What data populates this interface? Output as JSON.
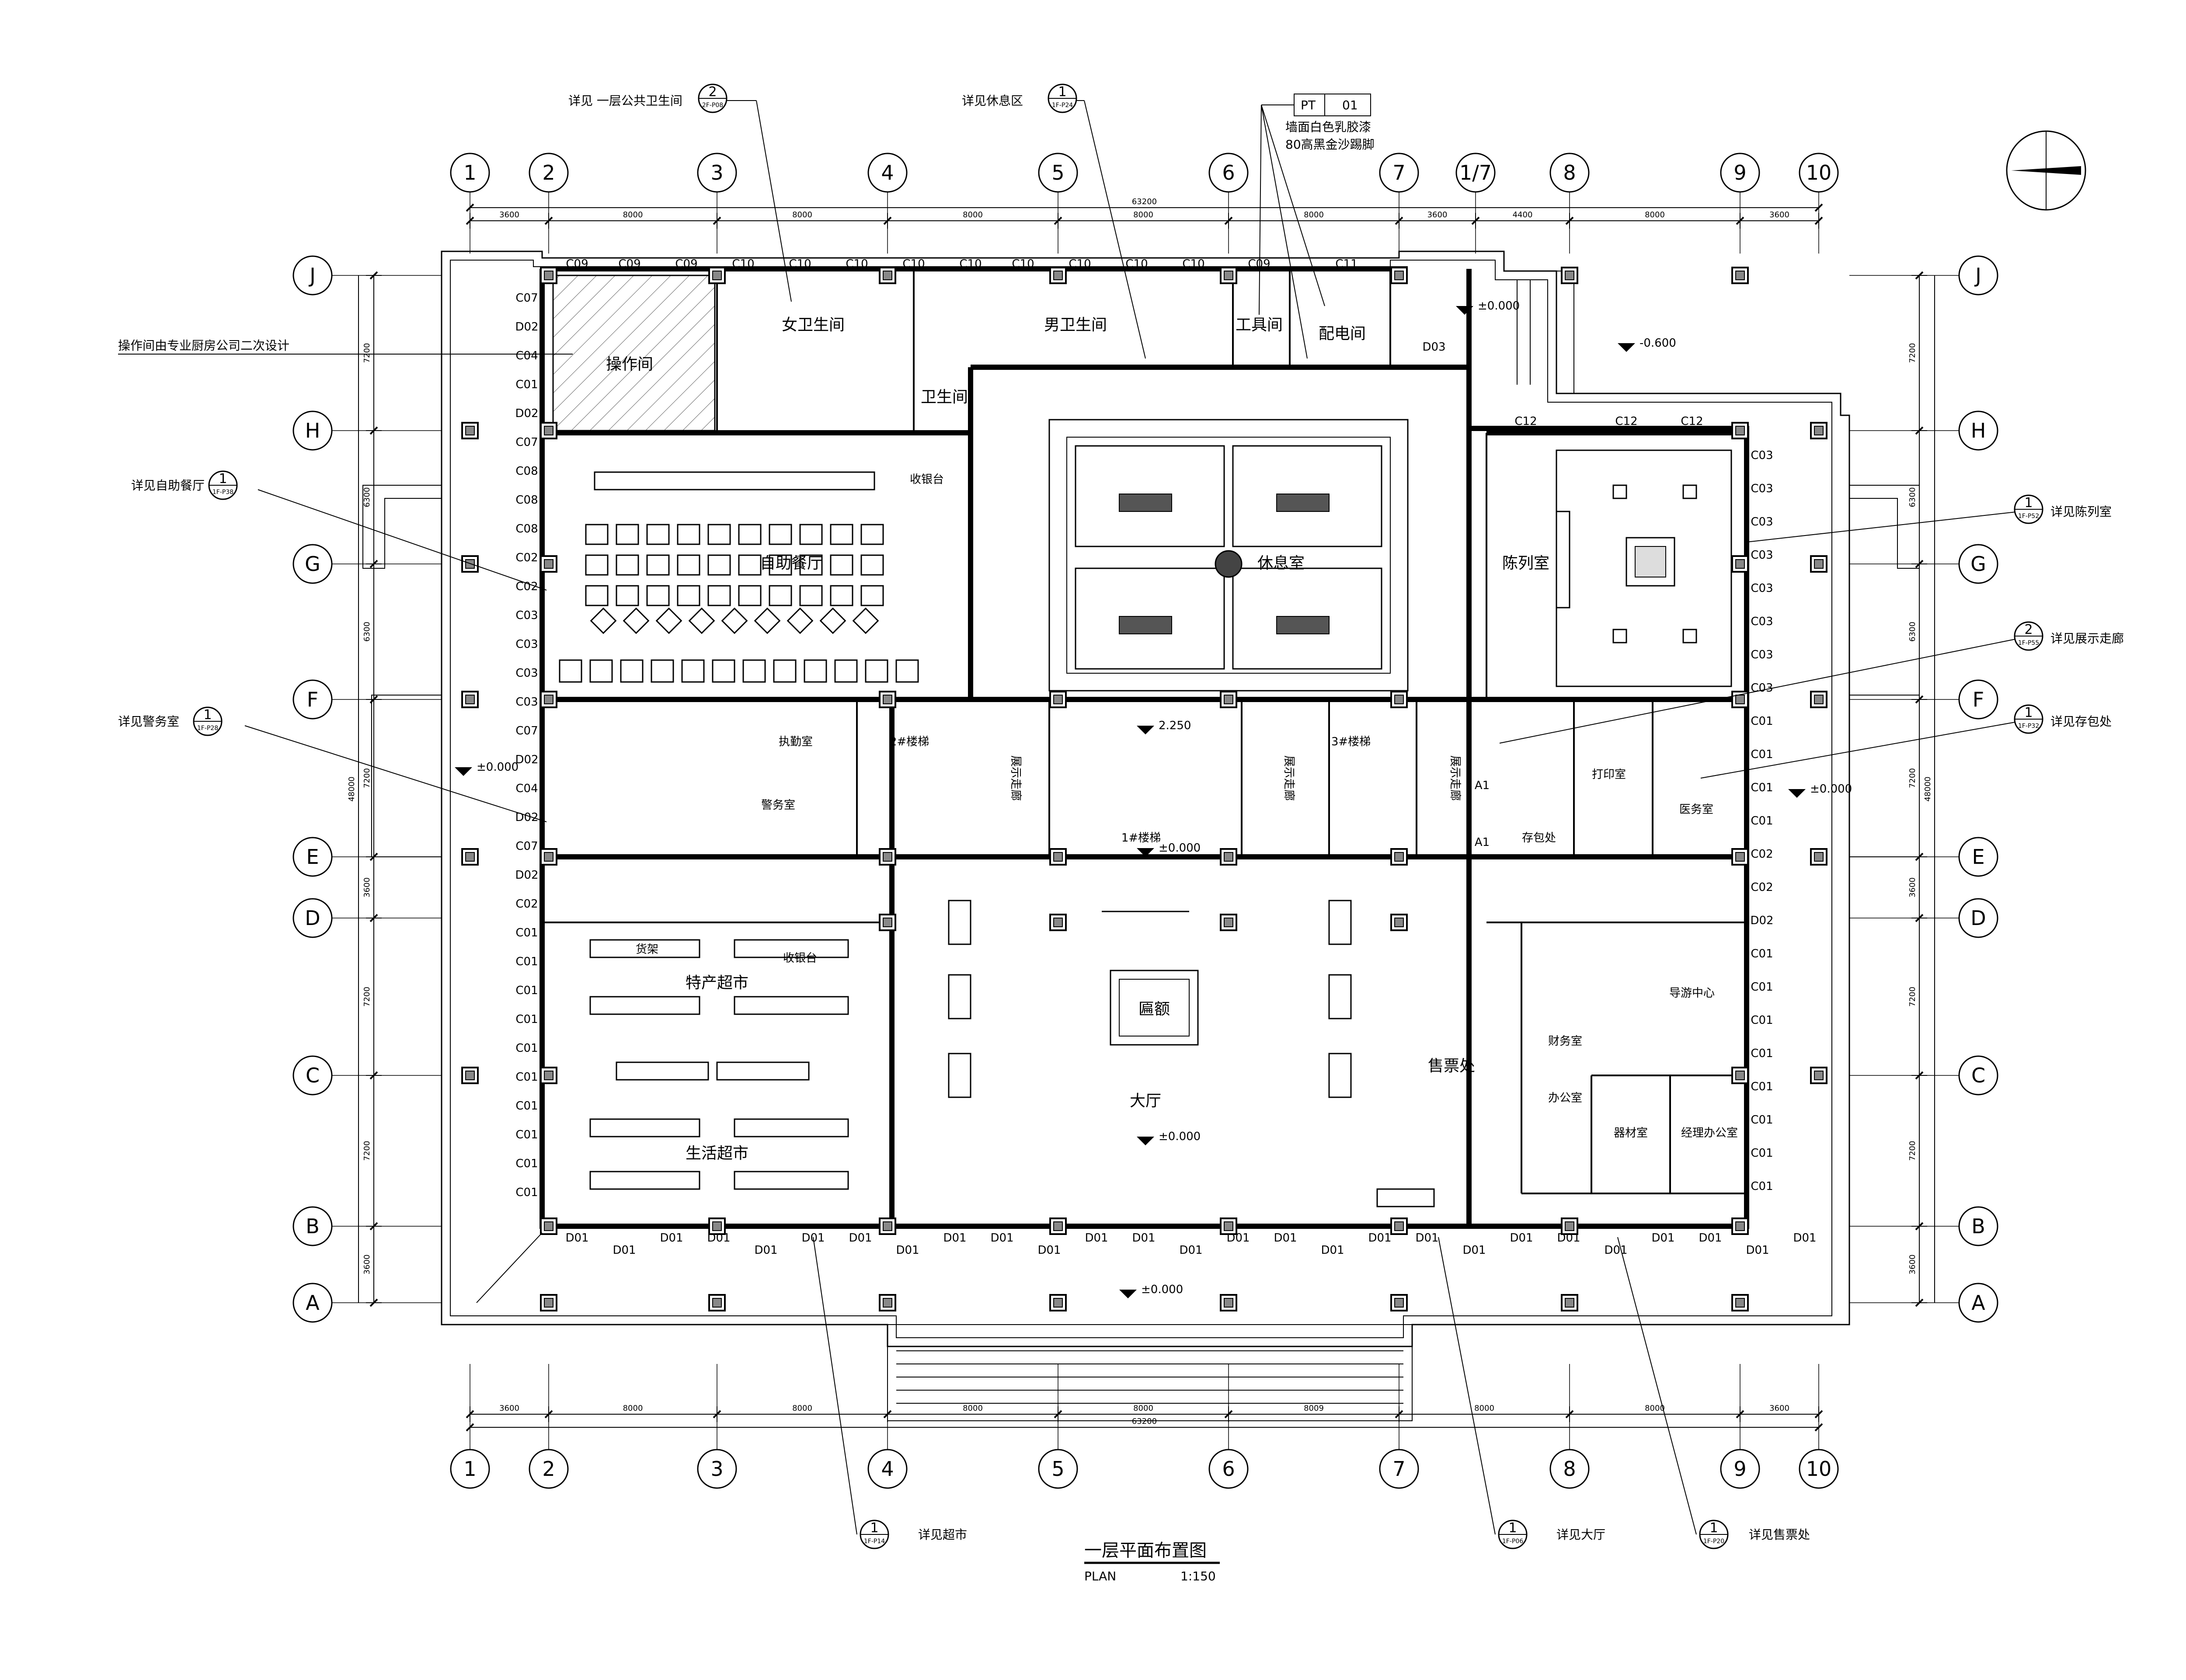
{
  "drawing": {
    "title": "一层平面布置图",
    "subtitle": "PLAN",
    "scale": "1:150"
  },
  "grid": {
    "columns": [
      "1",
      "2",
      "3",
      "4",
      "5",
      "6",
      "7",
      "1/7",
      "8",
      "9",
      "10"
    ],
    "columns_bottom": [
      "1",
      "2",
      "3",
      "4",
      "5",
      "6",
      "7",
      "8",
      "9",
      "10"
    ],
    "rows": [
      "J",
      "H",
      "G",
      "F",
      "E",
      "D",
      "C",
      "B",
      "A"
    ]
  },
  "dimensions": {
    "top_total": "63200",
    "top": [
      "3600",
      "8000",
      "8000",
      "8000",
      "8000",
      "8000",
      "3600",
      "4400",
      "8000",
      "3600"
    ],
    "bottom_total": "63200",
    "bottom": [
      "3600",
      "8000",
      "8000",
      "8000",
      "8000",
      "8009",
      "8000",
      "8000",
      "3600"
    ],
    "left_total": "48000",
    "left": [
      "7200",
      "6300",
      "6300",
      "7200",
      "3600",
      "7200",
      "7200",
      "3600"
    ],
    "right_total": "48000",
    "right": [
      "7200",
      "6300",
      "6300",
      "7200",
      "3600",
      "7200",
      "7200",
      "3600"
    ]
  },
  "rooms": {
    "operation": "操作间",
    "women_wc": "女卫生间",
    "men_wc": "男卫生间",
    "wc": "卫生间",
    "tool_room": "工具间",
    "power_room": "配电间",
    "buffet": "自助餐厅",
    "cashier": "收银台",
    "lounge": "休息室",
    "exhibition": "陈列室",
    "police": "警务室",
    "duty_room": "执勤室",
    "stair_2": "2#楼梯",
    "stair_3": "3#楼梯",
    "stair_1": "1#楼梯",
    "print_room": "打印室",
    "medical": "医务室",
    "baggage": "存包处",
    "specialty_market": "特产超市",
    "checkout": "收银台",
    "shelf": "货架",
    "daily_market": "生活超市",
    "hall": "大厅",
    "ticket_sales": "售票处",
    "plaque": "匾额",
    "guide_center": "导游中心",
    "finance": "财务室",
    "office": "办公室",
    "material_room": "器材室",
    "manager_office": "经理办公室",
    "corridor_a": "展示走廊",
    "corridor_b": "展示走廊",
    "corridor_c": "展示走廊"
  },
  "elevations": {
    "stair_top": "2.250",
    "hall": "±0.000",
    "hall_floor": "±0.000",
    "front": "±0.000",
    "left": "±0.000",
    "right": "±0.000",
    "top_right_a": "±0.000",
    "top_right_b": "-0.600"
  },
  "codes": {
    "top": [
      "C09",
      "C09",
      "C09",
      "C10",
      "C10",
      "C10",
      "C10",
      "C10",
      "C10",
      "C10",
      "C10",
      "C10",
      "C09",
      "C11"
    ],
    "c12": [
      "C12",
      "C12",
      "C12"
    ],
    "left": [
      "C07",
      "D02",
      "C04",
      "C01",
      "D02",
      "C07",
      "C08",
      "C08",
      "C08",
      "C02",
      "C02",
      "C03",
      "C03",
      "C03",
      "C03",
      "C07",
      "D02",
      "C04",
      "D02",
      "C07",
      "D02",
      "C02",
      "C01",
      "C01",
      "C01",
      "C01",
      "C01",
      "C01",
      "C01",
      "C01",
      "C01",
      "C01"
    ],
    "right": [
      "C03",
      "C03",
      "C03",
      "C03",
      "C03",
      "C03",
      "C03",
      "C03",
      "C01",
      "C01",
      "C01",
      "C01",
      "C02",
      "C02",
      "D02",
      "C01",
      "C01",
      "C01",
      "C01",
      "C01",
      "C01",
      "C01",
      "C01"
    ],
    "bottom": [
      "D01",
      "D01",
      "D01",
      "D01",
      "D01",
      "D01",
      "D01",
      "D01",
      "D01",
      "D01",
      "D01",
      "D01",
      "D01",
      "D01",
      "D01",
      "D01",
      "D01",
      "D01",
      "D01",
      "D01",
      "D01",
      "D01",
      "D01",
      "D01",
      "D01",
      "D01",
      "D01"
    ],
    "d03": "D03",
    "a1": "A1",
    "a2": "A1"
  },
  "notes": {
    "wc_detail": "详见 一层公共卫生间",
    "lounge_detail": "详见休息区",
    "kitchen": "操作间由专业厨房公司二次设计",
    "buffet_detail": "详见自助餐厅",
    "police_detail": "详见警务室",
    "exhibition_detail": "详见陈列室",
    "corridor_detail": "详见展示走廊",
    "baggage_detail": "详见存包处",
    "market_detail": "详见超市",
    "hall_detail": "详见大厅",
    "ticket_detail": "详见售票处",
    "pt_tag": "PT",
    "pt_num": "01",
    "paint_1": "墙面白色乳胶漆",
    "paint_2": "80高黑金沙踢脚"
  },
  "callouts": [
    {
      "num": "2",
      "sheet": "2F-P08"
    },
    {
      "num": "1",
      "sheet": "1F-P24"
    },
    {
      "num": "1",
      "sheet": "1F-P38"
    },
    {
      "num": "1",
      "sheet": "1F-P28"
    },
    {
      "num": "1",
      "sheet": "1F-P52"
    },
    {
      "num": "2",
      "sheet": "1F-P55"
    },
    {
      "num": "1",
      "sheet": "1F-P32"
    },
    {
      "num": "1",
      "sheet": "1F-P14"
    },
    {
      "num": "1",
      "sheet": "1F-P06"
    },
    {
      "num": "1",
      "sheet": "1F-P20"
    }
  ]
}
